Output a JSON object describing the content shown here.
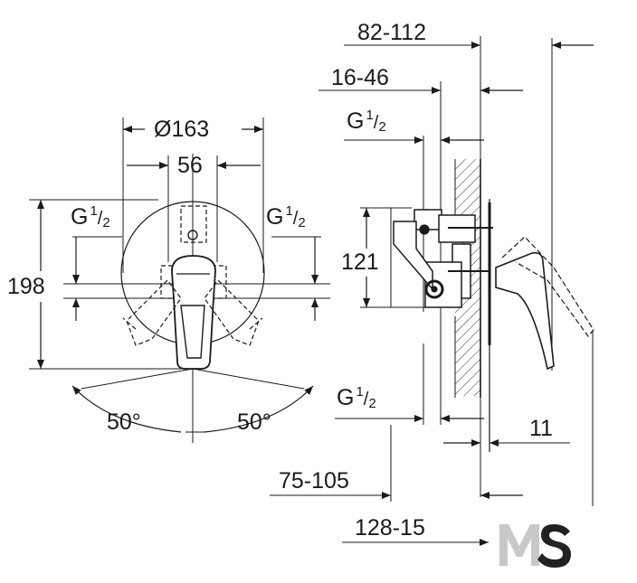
{
  "front_view": {
    "diameter_label": "Ø163",
    "width_label": "56",
    "height_label": "198",
    "thread_left": {
      "g": "G",
      "num": "1",
      "den": "2"
    },
    "thread_right": {
      "g": "G",
      "num": "1",
      "den": "2"
    },
    "angle_left": "50°",
    "angle_right": "50°"
  },
  "side_view": {
    "depth_range_label": "82-112",
    "wall_range_label": "16-46",
    "thread_top": {
      "g": "G",
      "num": "1",
      "den": "2"
    },
    "thread_bottom": {
      "g": "G",
      "num": "1",
      "den": "2"
    },
    "height_label": "121",
    "offset_label": "11",
    "install_range_label": "75-105",
    "total_range_label": "128-15"
  },
  "logo": {
    "text": "MS",
    "colors": {
      "m": "#c8c8c8",
      "s": "#222222"
    }
  }
}
